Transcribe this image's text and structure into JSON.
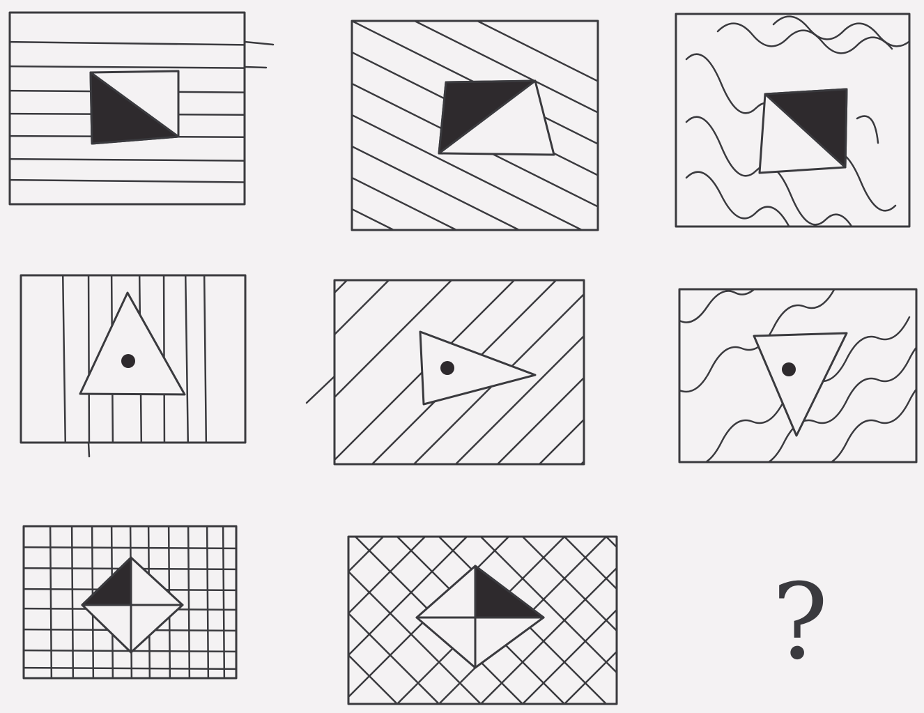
{
  "puzzle": {
    "missing_label": "?",
    "ink_color": "#3a3a3e",
    "fill_dark": "#2e2a2d",
    "paper_color": "#f4f2f3",
    "panels": [
      {
        "row": 1,
        "col": 1,
        "pattern": "horizontal-lines",
        "figure": "square-dark-lower-left-half"
      },
      {
        "row": 1,
        "col": 2,
        "pattern": "diagonal-lines-down",
        "figure": "square-dark-upper-left-half"
      },
      {
        "row": 1,
        "col": 3,
        "pattern": "wavy-lines-down",
        "figure": "square-dark-upper-right-half"
      },
      {
        "row": 2,
        "col": 1,
        "pattern": "vertical-lines",
        "figure": "triangle-up-with-dot"
      },
      {
        "row": 2,
        "col": 2,
        "pattern": "diagonal-lines-up",
        "figure": "triangle-right-with-dot"
      },
      {
        "row": 2,
        "col": 3,
        "pattern": "wavy-lines-up",
        "figure": "triangle-down-with-dot"
      },
      {
        "row": 3,
        "col": 1,
        "pattern": "grid",
        "figure": "diamond-dark-top-left-quarter"
      },
      {
        "row": 3,
        "col": 2,
        "pattern": "crosshatch",
        "figure": "diamond-dark-top-right-quarter"
      },
      {
        "row": 3,
        "col": 3,
        "pattern": "missing",
        "figure": "question-mark"
      }
    ]
  }
}
